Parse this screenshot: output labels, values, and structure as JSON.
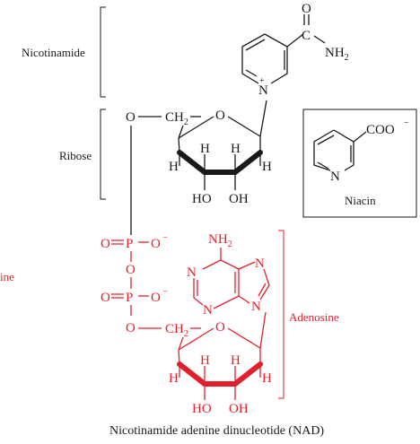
{
  "labels": {
    "nicotinamide": "Nicotinamide",
    "ribose": "Ribose",
    "adenosine": "Adenosine",
    "left_partial": "ine",
    "niacin": "Niacin",
    "caption": "Nicotinamide adenine dinucleotide (NAD)"
  },
  "atoms": {
    "o_carbonyl": "O",
    "c_amide": "C",
    "nh2_amide": "NH",
    "nh2_sub": "2",
    "n_pyridinium": "N",
    "plus": "+",
    "o_link": "O",
    "ch2": "CH",
    "ch2_sub": "2",
    "o_ring": "O",
    "h1": "H",
    "h2": "H",
    "h3": "H",
    "h4": "H",
    "ho": "HO",
    "oh": "OH",
    "coo": "COO",
    "coo_charge": "−",
    "n_niacin": "N",
    "p1_o_left": "O",
    "p1": "P",
    "p1_o_right": "O",
    "p1_charge": "−",
    "o_bridge": "O",
    "p2_o_left": "O",
    "p2": "P",
    "p2_o_right": "O",
    "p2_charge": "−",
    "o_link2": "O",
    "ch2_b": "CH",
    "ch2_b_sub": "2",
    "o_ring2": "O",
    "h5": "H",
    "h6": "H",
    "h7": "H",
    "h8": "H",
    "ho2": "HO",
    "oh2": "OH",
    "nh2_adenine": "NH",
    "nh2_adenine_sub": "2",
    "n1": "N",
    "n3": "N",
    "n7": "N",
    "n9": "N"
  },
  "colors": {
    "black": "#1a1a1a",
    "red": "#e2202c"
  }
}
